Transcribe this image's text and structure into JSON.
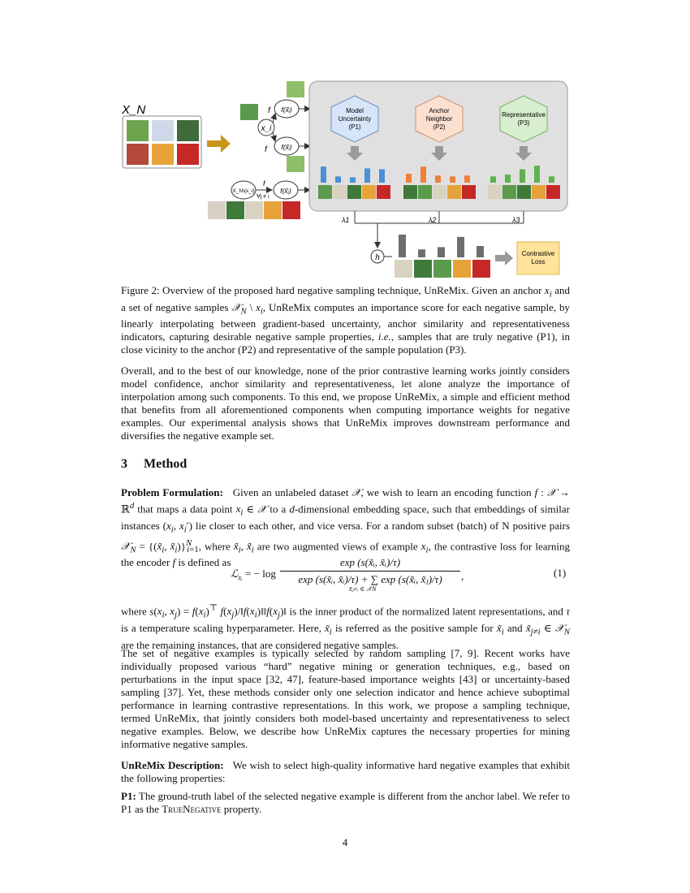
{
  "figure": {
    "set_label": "X_N",
    "anchor_label": "x_i",
    "f_label": "f",
    "f_xi_plus": "f(x̃ᵢ)",
    "f_xi_tilde": "f(x̃ᵢ)",
    "neg_node_label": "X_N\\{x_i}",
    "neg_f_label": "f(x̃ⱼ)",
    "forall_label": "∀j ≠ i",
    "hex_labels": {
      "p1": [
        "Model",
        "Uncertainty",
        "(P1)"
      ],
      "p2": [
        "Anchor",
        "Neighbor",
        "(P2)"
      ],
      "p3": [
        "Representative",
        "(P3)"
      ]
    },
    "lambda_labels": [
      "λ1",
      "λ2",
      "λ3"
    ],
    "h_label": "h",
    "loss_label": [
      "Contrastive",
      "Loss"
    ],
    "colors": {
      "p1": "#4a90d9",
      "p2": "#ef7f3a",
      "p3": "#5fb14d",
      "h": "#6e6e6e",
      "loss_box": "#ffe39a",
      "panel": "#e0e0e0"
    },
    "bars": {
      "p1": [
        0.9,
        0.35,
        0.3,
        0.8,
        0.75
      ],
      "p2": [
        0.5,
        0.9,
        0.4,
        0.35,
        0.4
      ],
      "p3": [
        0.35,
        0.45,
        0.75,
        0.95,
        0.35
      ],
      "h": [
        1.0,
        0.35,
        0.45,
        0.9,
        0.5
      ]
    }
  },
  "caption": "Figure 2: Overview of the proposed hard negative sampling technique, UnReMix. Given an anchor x_i and a set of negative samples X_N \\ x_i, UnReMix computes an importance score for each negative sample, by linearly interpolating between gradient-based uncertainty, anchor similarity and representativeness indicators, capturing desirable negative sample properties, i.e., samples that are truly negative (P1), in close vicinity to the anchor (P2) and representative of the sample population (P3).",
  "intro_paragraph": "Overall, and to the best of our knowledge, none of the prior contrastive learning works jointly considers model confidence, anchor similarity and representativeness, let alone analyze the importance of interpolation among such components. To this end, we propose UnReMix, a simple and efficient method that benefits from all aforementioned components when computing importance weights for negative examples. Our experimental analysis shows that UnReMix improves downstream performance and diversifies the negative example set.",
  "section": {
    "number": "3",
    "title": "Method"
  },
  "problem_formulation": {
    "heading": "Problem Formulation:",
    "text": "Given an unlabeled dataset X, we wish to learn an encoding function f : X → ℝ^d that maps a data point x_i ∈ X to a d-dimensional embedding space, such that embeddings of similar instances (x_i, x_i') lie closer to each other, and vice versa. For a random subset (batch) of N positive pairs X_N = {(x̃_i, x̃_i)}_{i=1}^N, where x̃_i, x̃_i are two augmented views of example x_i, the contrastive loss for learning the encoder f is defined as"
  },
  "equation": {
    "lhs": "ℒ",
    "lhs_sub": "xᵢ",
    "eq_sign": "= − log",
    "numerator": "exp (s(x̃ᵢ, x̃ᵢ)/τ)",
    "denominator": "exp (s(x̃ᵢ, x̃ᵢ)/τ) +  ∑  exp (s(x̃ᵢ, x̃ⱼ)/τ)",
    "sum_sub": "x̃ⱼ≠ᵢ ∈ 𝒳N",
    "trailing": ",",
    "number": "(1)"
  },
  "where_paragraph": "where s(x_i, x_j) = f(x_i)^⊤ f(x_j)/‖f(x_i)‖‖f(x_j)‖ is the inner product of the normalized latent representations, and τ is a temperature scaling hyperparameter. Here, x̃_i is referred as the positive sample for x̃_i and x̃_j≠i ∈ X_N are the remaining instances, that are considered negative samples.",
  "negatives_paragraph": "The set of negative examples is typically selected by random sampling [7, 9]. Recent works have individually proposed various “hard” negative mining or generation techniques, e.g., based on perturbations in the input space [32, 47], feature-based importance weights [43] or uncertainty-based sampling [37]. Yet, these methods consider only one selection indicator and hence achieve suboptimal performance in learning contrastive representations. In this work, we propose a sampling technique, termed UnReMix, that jointly considers both model-based uncertainty and representativeness to select negative examples. Below, we describe how UnReMix captures the necessary properties for mining informative negative samples.",
  "description": {
    "heading": "UnReMix Description:",
    "text": "We wish to select high-quality informative hard negative examples that exhibit the following properties:"
  },
  "p1": {
    "label": "P1:",
    "text": "The ground-truth label of the selected negative example is different from the anchor label. We refer to P1 as the",
    "property": "TrueNegative",
    "end": "property."
  },
  "page_number": "4"
}
